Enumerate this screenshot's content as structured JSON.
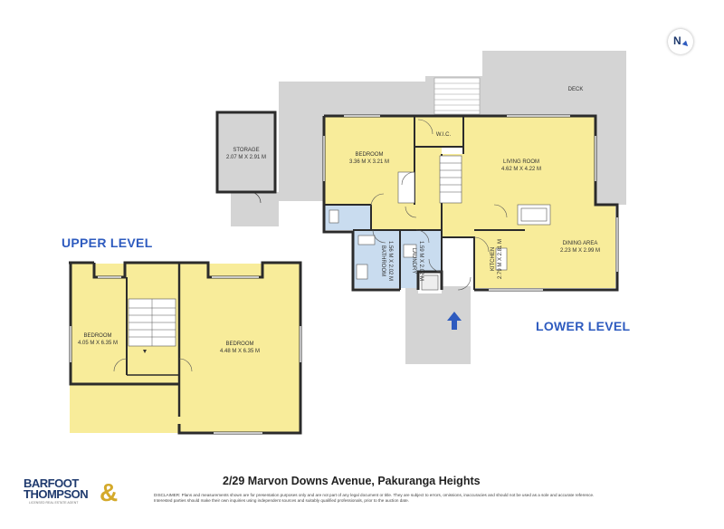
{
  "labels": {
    "upper_level": "UPPER LEVEL",
    "lower_level": "LOWER LEVEL",
    "north": "N"
  },
  "rooms": {
    "deck": {
      "name": "DECK"
    },
    "storage": {
      "name": "STORAGE",
      "dims": "2.07 M X 2.91 M"
    },
    "bedroom_lower": {
      "name": "BEDROOM",
      "dims": "3.36 M X 3.21 M"
    },
    "wic": {
      "name": "W.I.C."
    },
    "living": {
      "name": "LIVING ROOM",
      "dims": "4.62 M X 4.22 M"
    },
    "dining": {
      "name": "DINING AREA",
      "dims": "2.23 M X 2.99 M"
    },
    "kitchen": {
      "name": "KITCHEN",
      "dims": "2.79 M X 2.81 M"
    },
    "bathroom": {
      "name": "BATHROOM",
      "dims": "1.56 M X 2.02 M"
    },
    "laundry": {
      "name": "LAUNDRY",
      "dims": "1.59 M X 2.02 M"
    },
    "bedroom_upper_left": {
      "name": "BEDROOM",
      "dims": "4.05 M X 6.35 M"
    },
    "bedroom_upper_right": {
      "name": "BEDROOM",
      "dims": "4.48 M X 6.35 M"
    }
  },
  "address": "2/29 Marvon Downs Avenue, Pakuranga Heights",
  "disclaimer": "DISCLAIMER: Plans and measurements shown are for presentation purposes only and are not part of any legal document or title. They are subject to errors, omissions, inaccuracies and should not be used as a sole and accurate reference. Interested parties should make their own inquiries using independent sources and suitably qualified professionals, prior to the auction date.",
  "brand": {
    "line1": "BARFOOT",
    "line2": "THOMPSON",
    "amp": "&",
    "tagline": "LICENSED REAL ESTATE AGENT"
  },
  "colors": {
    "room": "#f8ec9a",
    "wet": "#c9dcef",
    "outdoor": "#d2d2d2",
    "wall": "#2b2b2b",
    "accent": "#2e5bbf"
  }
}
